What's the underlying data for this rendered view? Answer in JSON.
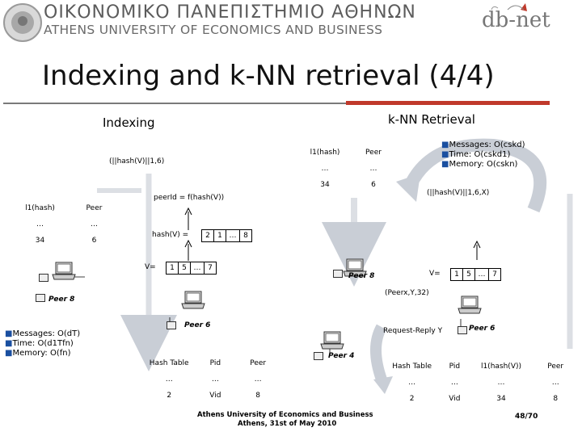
{
  "header": {
    "university_greek": "ΟΙΚΟΝΟΜΙΚΟ ΠΑΝΕΠΙΣΤΗΜΙΟ ΑΘΗΝΩΝ",
    "university_english": "ATHENS UNIVERSITY OF ECONOMICS AND BUSINESS",
    "logo_text": "db-net"
  },
  "slide": {
    "title": "Indexing and k-NN retrieval (4/4)",
    "section_indexing": "Indexing",
    "section_knn": "k-NN Retrieval"
  },
  "indexing": {
    "key_label": "(||hash(V)||1,6)",
    "peer_id_formula": "peerId = f(hash(V))",
    "hash_label": "hash(V) =",
    "hash_values": [
      "2",
      "1",
      "…",
      "8"
    ],
    "v_label": "V=",
    "v_values": [
      "1",
      "5",
      "…",
      "7"
    ],
    "left_table": {
      "headers": [
        "l1(hash)",
        "Peer"
      ],
      "rows": [
        [
          "…",
          "…"
        ],
        [
          "34",
          "6"
        ]
      ]
    },
    "peer8_label": "Peer 8",
    "peer6_label": "Peer 6",
    "costs": [
      "Messages: O(dT)",
      "Time: O(d1Tfn)",
      "Memory: O(fn)"
    ],
    "hash_table": {
      "headers": [
        "Hash Table",
        "Pid",
        "Peer"
      ],
      "rows": [
        [
          "…",
          "…",
          "…"
        ],
        [
          "2",
          "Vid",
          "8"
        ]
      ]
    }
  },
  "knn": {
    "top_table": {
      "headers": [
        "l1(hash)",
        "Peer"
      ],
      "rows": [
        [
          "…",
          "…"
        ],
        [
          "34",
          "6"
        ]
      ]
    },
    "costs": [
      "Messages: O(cskd)",
      "Time: O(cskd1)",
      "Memory: O(cskn)"
    ],
    "query_key": "(||hash(V)||1,6,X)",
    "peer8_label": "Peer 8",
    "v_label": "V=",
    "v_values": [
      "1",
      "5",
      "…",
      "7"
    ],
    "request_label": "(Peerx,Y,32)",
    "request_reply": "Request-Reply Y",
    "peer4_label": "Peer 4",
    "peer6_label": "Peer 6",
    "hash_table": {
      "headers": [
        "Hash Table",
        "Pid",
        "l1(hash(V))",
        "Peer"
      ],
      "rows": [
        [
          "…",
          "…",
          "…",
          "…"
        ],
        [
          "2",
          "Vid",
          "34",
          "8"
        ]
      ]
    }
  },
  "footer": {
    "line1": "Athens University of Economics and Business",
    "line2": "Athens, 31st of May 2010",
    "page": "48/70"
  },
  "colors": {
    "bullet": "#1a4fa0",
    "arrow_gray": "#c9ced6",
    "accent_red": "#c0392b"
  }
}
